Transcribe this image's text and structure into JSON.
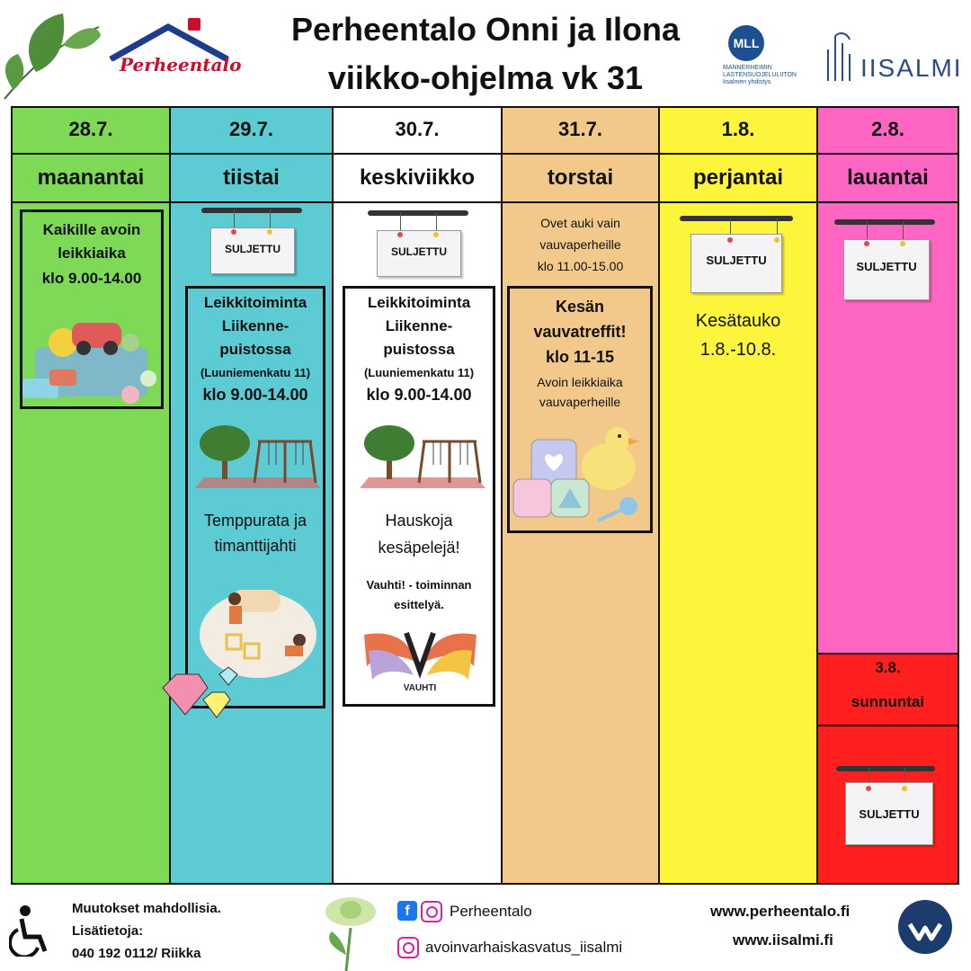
{
  "header": {
    "title_line1": "Perheentalo Onni ja Ilona",
    "title_line2": "viikko-ohjelma vk 31",
    "logo_perheentalo": "Perheentalo",
    "logo_mll": "MLL",
    "logo_mll_sub": "MANNERHEIMIN LASTENSUOJELULIITON Iisalmen yhdistys",
    "logo_iisalmi": "IISALMI"
  },
  "colors": {
    "monday": "#7ed957",
    "tuesday": "#5ccbd3",
    "wednesday": "#ffffff",
    "thursday": "#f3c98b",
    "friday": "#fdf43c",
    "saturday": "#ff66c4",
    "sunday": "#ff1f1f"
  },
  "days": [
    {
      "date": "28.7.",
      "name": "maanantai"
    },
    {
      "date": "29.7.",
      "name": "tiistai"
    },
    {
      "date": "30.7.",
      "name": "keskiviikko"
    },
    {
      "date": "31.7.",
      "name": "torstai"
    },
    {
      "date": "1.8.",
      "name": "perjantai"
    },
    {
      "date": "2.8.",
      "name": "lauantai"
    },
    {
      "date": "3.8.",
      "name": "sunnuntai"
    }
  ],
  "monday": {
    "line1": "Kaikille avoin",
    "line2": "leikkiaika",
    "line3": "klo 9.00-14.00"
  },
  "tuesday": {
    "sign": "SULJETTU",
    "l1": "Leikkitoiminta",
    "l2": "Liikenne-",
    "l3": "puistossa",
    "l4": "(Luuniemenkatu 11)",
    "l5": "klo 9.00-14.00",
    "l6": "Temppurata ja",
    "l7": "timanttijahti"
  },
  "wednesday": {
    "sign": "SULJETTU",
    "l1": "Leikkitoiminta",
    "l2": "Liikenne-",
    "l3": "puistossa",
    "l4": "(Luuniemenkatu 11)",
    "l5": "klo 9.00-14.00",
    "l6": "Hauskoja",
    "l7": "kesäpelejä!",
    "l8": "Vauhti! - toiminnan",
    "l9": "esittelyä.",
    "vauhti_logo": "VAUHTI"
  },
  "thursday": {
    "top1": "Ovet auki vain",
    "top2": "vauvaperheille",
    "top3": "klo 11.00-15.00",
    "l1": "Kesän",
    "l2": "vauvatreffit!",
    "l3": "klo 11-15",
    "l4": "Avoin leikkiaika",
    "l5": "vauvaperheille"
  },
  "friday": {
    "sign": "SULJETTU",
    "l1": "Kesätauko",
    "l2": "1.8.-10.8."
  },
  "saturday": {
    "sign": "SULJETTU"
  },
  "sunday": {
    "sign": "SULJETTU"
  },
  "footer": {
    "changes": "Muutokset mahdollisia.",
    "info": "Lisätietoja:",
    "phone": "040 192 0112/ Riikka",
    "social1": "Perheentalo",
    "social2": "avoinvarhaiskasvatus_iisalmi",
    "web1": "www.perheentalo.fi",
    "web2": "www.iisalmi.fi"
  }
}
